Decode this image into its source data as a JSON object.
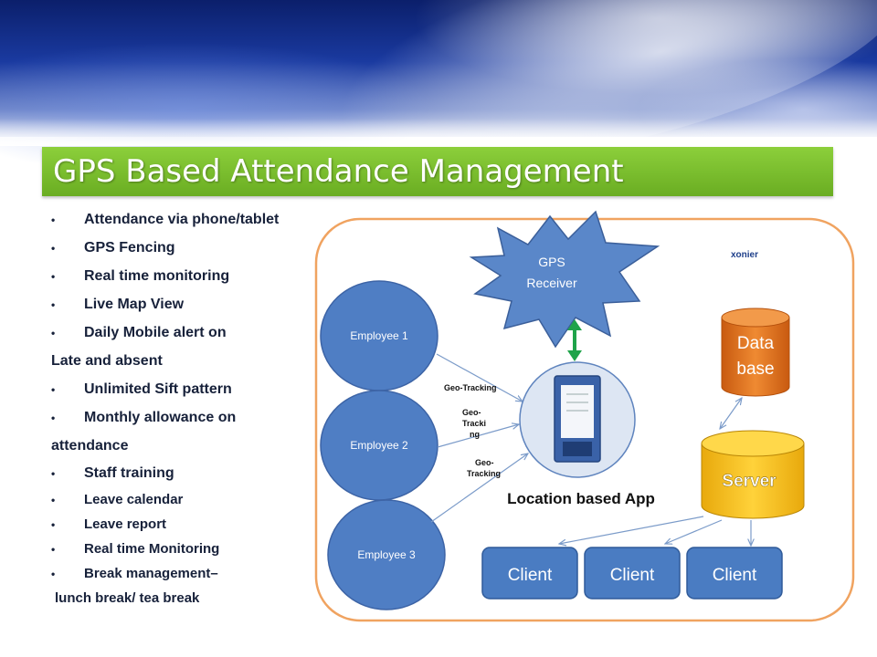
{
  "slide": {
    "title": "GPS Based Attendance Management"
  },
  "features": [
    {
      "text": "Attendance via phone/tablet",
      "cont": ""
    },
    {
      "text": "GPS Fencing",
      "cont": ""
    },
    {
      "text": "Real time monitoring",
      "cont": ""
    },
    {
      "text": "Live Map View",
      "cont": ""
    },
    {
      "text": "Daily Mobile alert on",
      "cont": "Late and absent"
    },
    {
      "text": "Unlimited Sift pattern",
      "cont": ""
    },
    {
      "text": "Monthly allowance on",
      "cont": "attendance"
    },
    {
      "text": "Staff training",
      "cont": ""
    },
    {
      "text": "Leave calendar",
      "cont": ""
    },
    {
      "text": "Leave report",
      "cont": ""
    },
    {
      "text": "Real time Monitoring",
      "cont": ""
    },
    {
      "text": "Break management–",
      "cont": "lunch break/ tea break"
    }
  ],
  "diagram": {
    "logo": "xonier",
    "gps_receiver": [
      "GPS",
      "Receiver"
    ],
    "employees": [
      "Employee 1",
      "Employee 2",
      "Employee 3"
    ],
    "geo_labels": {
      "label1": "Geo-Tracking",
      "label2": [
        "Geo-",
        "Tracki",
        "ng"
      ],
      "label3": [
        "Geo-",
        "Tracking"
      ]
    },
    "app_label": "Location based App",
    "database": [
      "Data",
      "base"
    ],
    "server": "Server",
    "clients": [
      "Client",
      "Client",
      "Client"
    ],
    "colors": {
      "accent_green": "#78bd2e",
      "employee_blue": "#4f7ec4",
      "database_orange": "#e2711d",
      "server_yellow": "#f7c11c",
      "client_blue": "#4a7cc2",
      "container_border": "#f0a360",
      "arrow_green": "#1fa34a"
    },
    "icons": [
      "starburst-shape",
      "smartphone-icon",
      "cylinder-shape",
      "double-arrow-icon"
    ]
  }
}
